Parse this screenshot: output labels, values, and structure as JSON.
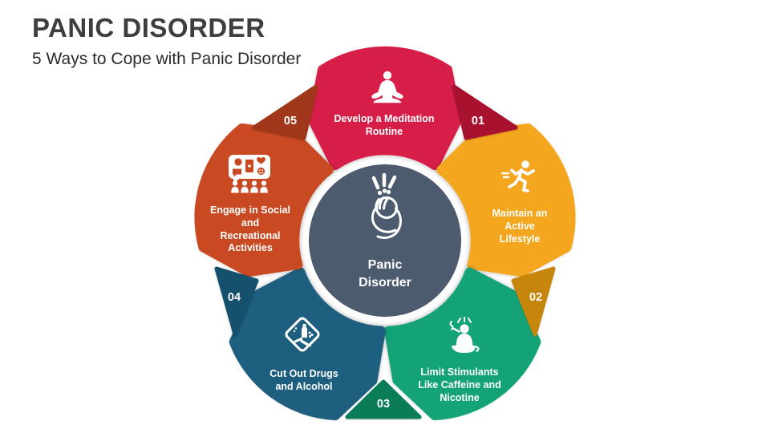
{
  "slide": {
    "title": "PANIC DISORDER",
    "subtitle": "5 Ways to Cope with Panic Disorder"
  },
  "center": {
    "label": "Panic\nDisorder",
    "icon": "panic-person-icon",
    "color": "#4d5b6e"
  },
  "items": [
    {
      "number": "01",
      "label": "Develop a Meditation\nRoutine",
      "icon": "meditation-icon",
      "petal_color": "#d61e49",
      "badge_color": "#a9122f",
      "position": "top"
    },
    {
      "number": "02",
      "label": "Maintain an\nActive\nLifestyle",
      "icon": "runner-icon",
      "petal_color": "#f4a71e",
      "badge_color": "#c5860b",
      "position": "right"
    },
    {
      "number": "03",
      "label": "Limit Stimulants\nLike Caffeine and\nNicotine",
      "icon": "coffee-cup-person-icon",
      "petal_color": "#13a377",
      "badge_color": "#0b7c58",
      "position": "bottom-right"
    },
    {
      "number": "04",
      "label": "Cut Out Drugs\nand Alcohol",
      "icon": "warning-diamond-icon",
      "petal_color": "#1e5f7f",
      "badge_color": "#15506d",
      "position": "bottom-left"
    },
    {
      "number": "05",
      "label": "Engage in Social\nand\nRecreational\nActivities",
      "icon": "social-activities-icon",
      "petal_color": "#c94a22",
      "badge_color": "#a1371a",
      "position": "left"
    }
  ]
}
